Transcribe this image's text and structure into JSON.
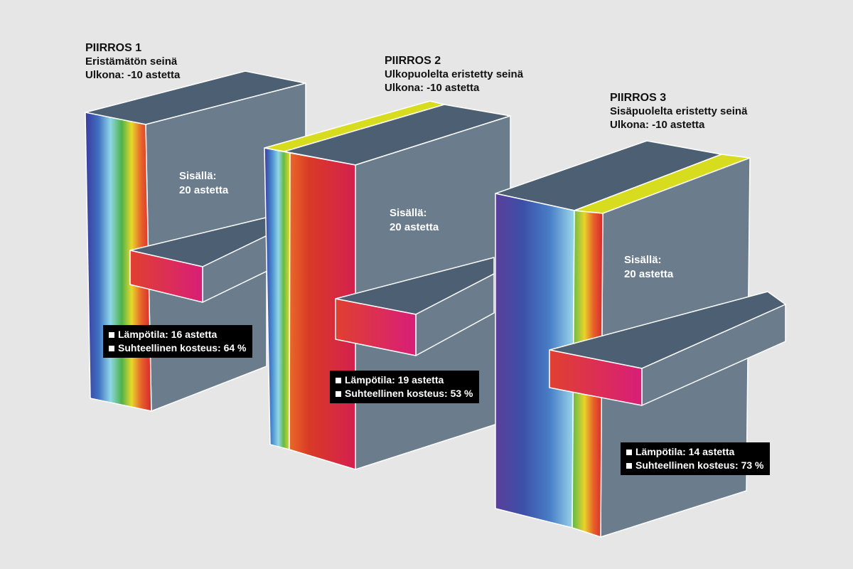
{
  "figures": [
    {
      "title": "PIIRROS 1",
      "subtitle": "Eristämätön seinä",
      "outside": "Ulkona: -10 astetta",
      "inside_label": "Sisällä:",
      "inside_value": "20 astetta",
      "temp": "Lämpötila: 16 astetta",
      "humidity": "Suhteellinen kosteus: 64 %"
    },
    {
      "title": "PIIRROS 2",
      "subtitle": "Ulkopuolelta eristetty seinä",
      "outside": "Ulkona: -10 astetta",
      "inside_label": "Sisällä:",
      "inside_value": "20 astetta",
      "temp": "Lämpötila: 19 astetta",
      "humidity": "Suhteellinen kosteus: 53 %"
    },
    {
      "title": "PIIRROS 3",
      "subtitle": "Sisäpuolelta eristetty seinä",
      "outside": "Ulkona: -10 astetta",
      "inside_label": "Sisällä:",
      "inside_value": "20 astetta",
      "temp": "Lämpötila: 14 astetta",
      "humidity": "Suhteellinen kosteus: 73 %"
    }
  ],
  "colors": {
    "top": "#4d5f72",
    "side": "#6b7d8d",
    "insulation": "#d8dc1e",
    "cold": "#3a3fa0",
    "hot": "#d42a2a"
  }
}
